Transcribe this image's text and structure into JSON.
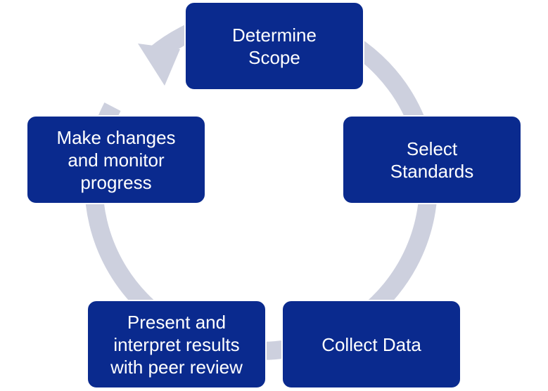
{
  "colors": {
    "box_fill": "#0a2a8e",
    "box_text": "#ffffff",
    "ring": "#cdd0de"
  },
  "steps": [
    {
      "label": "Determine\nScope"
    },
    {
      "label": "Select\nStandards"
    },
    {
      "label": "Collect Data"
    },
    {
      "label": "Present and\ninterpret results\nwith peer review"
    },
    {
      "label": "Make changes\nand monitor\nprogress"
    }
  ]
}
